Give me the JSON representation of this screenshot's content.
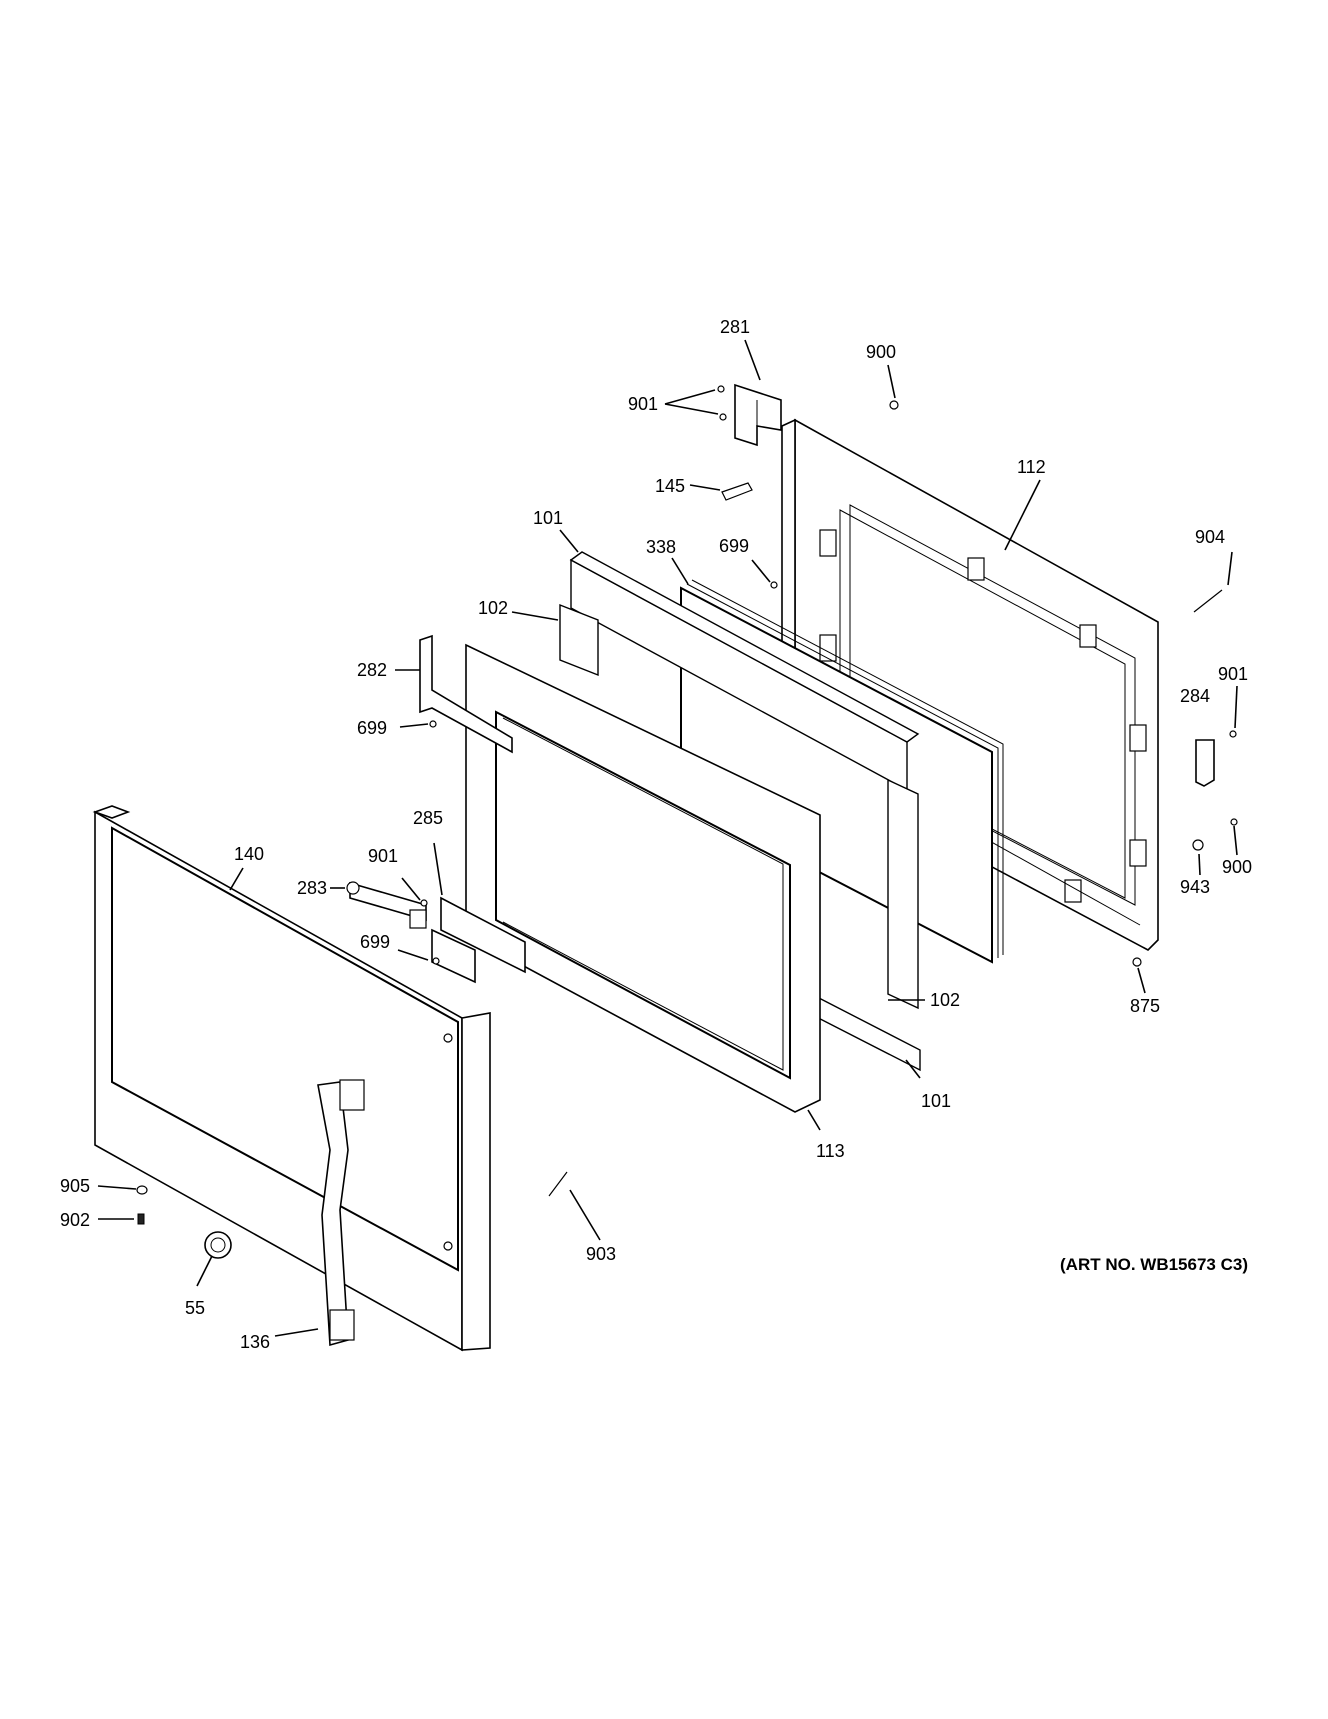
{
  "callouts": {
    "c281": "281",
    "c900a": "900",
    "c901a": "901",
    "c112": "112",
    "c145": "145",
    "c101a": "101",
    "c338": "338",
    "c699a": "699",
    "c904": "904",
    "c102a": "102",
    "c282": "282",
    "c901c": "901",
    "c699b": "699",
    "c284": "284",
    "c285": "285",
    "c901b": "901",
    "c140": "140",
    "c283": "283",
    "c900b": "900",
    "c943": "943",
    "c699c": "699",
    "c102b": "102",
    "c875": "875",
    "c101b": "101",
    "c113": "113",
    "c905": "905",
    "c902": "902",
    "c903": "903",
    "c55": "55",
    "c136": "136"
  },
  "art_number": "(ART NO. WB15673 C3)"
}
